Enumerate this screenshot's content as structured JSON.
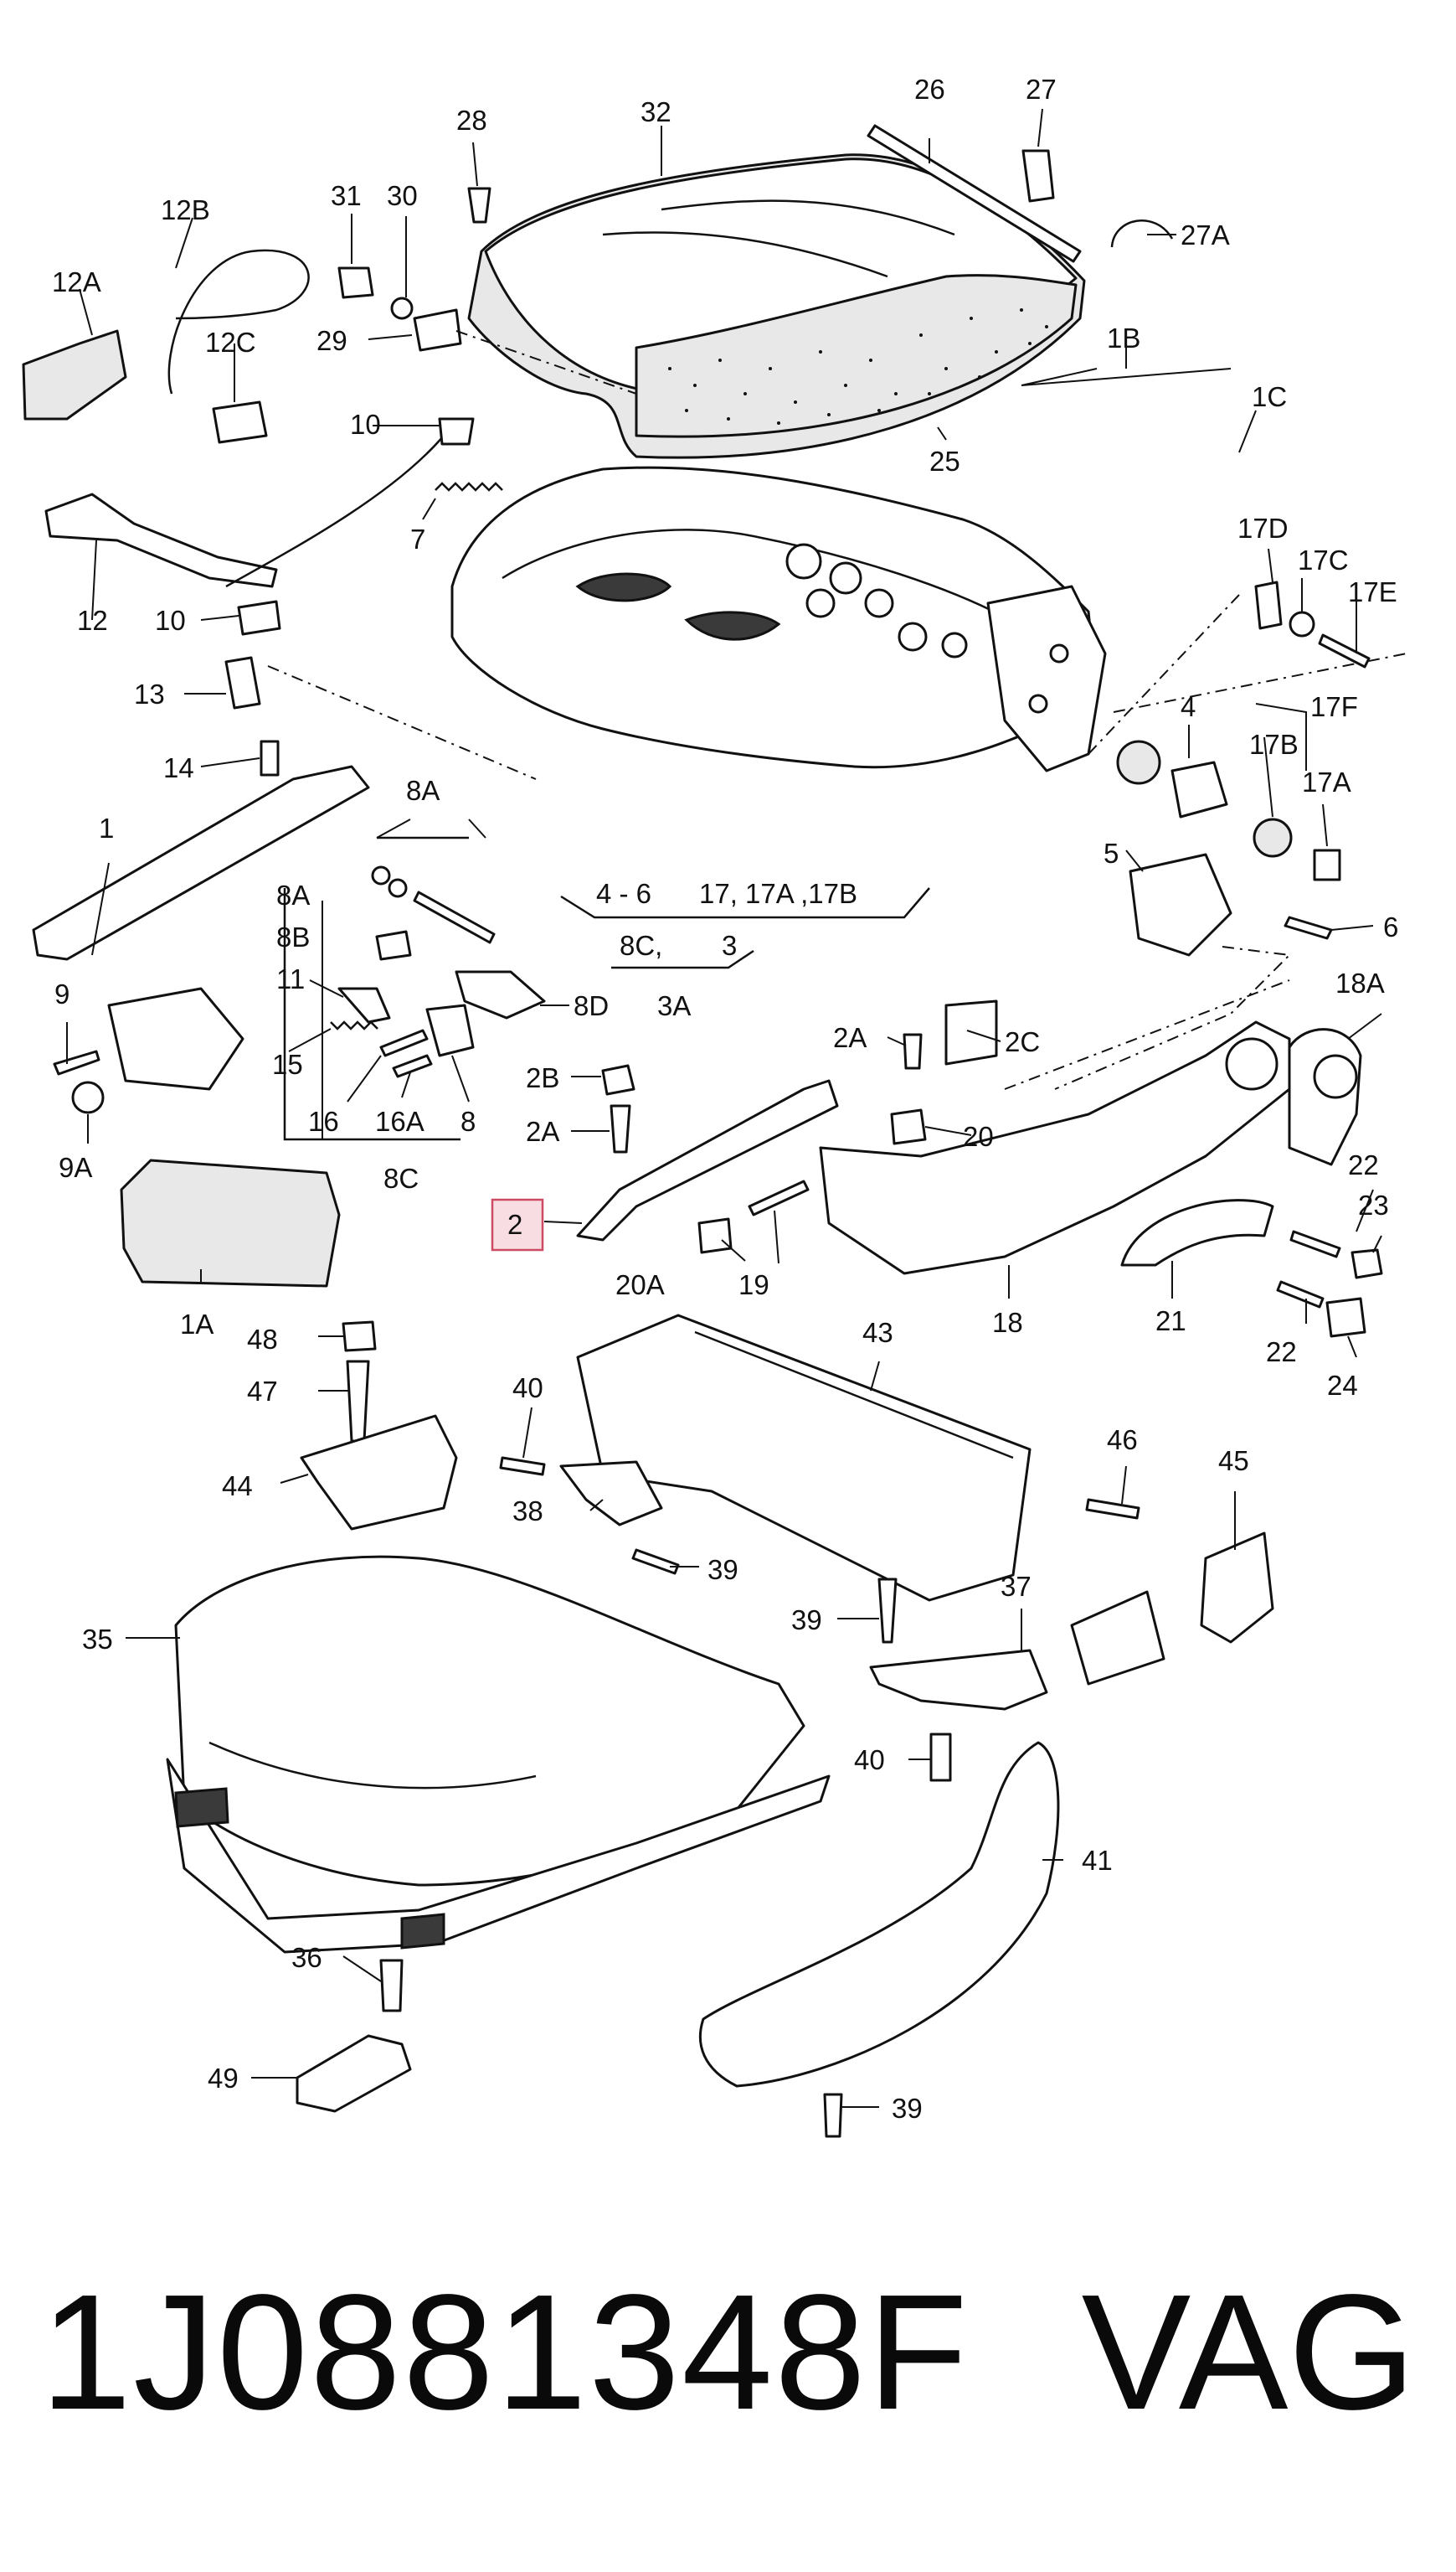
{
  "diagram": {
    "labels": {
      "l26": "26",
      "l27": "27",
      "l27A": "27A",
      "l28": "28",
      "l32": "32",
      "l31": "31",
      "l30": "30",
      "l29": "29",
      "l12B": "12B",
      "l12A": "12A",
      "l12C": "12C",
      "l25": "25",
      "l1B": "1B",
      "l1C": "1C",
      "l10a": "10",
      "l7": "7",
      "l12": "12",
      "l10b": "10",
      "l17D": "17D",
      "l17C": "17C",
      "l17E": "17E",
      "l13": "13",
      "l14": "14",
      "l4": "4",
      "l17F": "17F",
      "l17B": "17B",
      "l17A": "17A",
      "l5": "5",
      "l6": "6",
      "l1": "1",
      "l8A": "8A",
      "l8A2": "8A",
      "l8B": "8B",
      "l11": "11",
      "l15": "15",
      "l16": "16",
      "l16A": "16A",
      "l8": "8",
      "l8C": "8C",
      "l8D": "8D",
      "l4to6": "4 - 6",
      "l17group": "17, 17A ,17B",
      "l8Cc": "8C,",
      "l3": "3",
      "l3A": "3A",
      "l9": "9",
      "l9A": "9A",
      "l2B": "2B",
      "l2A": "2A",
      "l2A2": "2A",
      "l2C": "2C",
      "l20": "20",
      "l18A": "18A",
      "l2": "2",
      "l20A": "20A",
      "l19": "19",
      "l18": "18",
      "l1A": "1A",
      "l22a": "22",
      "l23": "23",
      "l21": "21",
      "l22b": "22",
      "l24": "24",
      "l48": "48",
      "l47": "47",
      "l44": "44",
      "l43": "43",
      "l40a": "40",
      "l38": "38",
      "l39a": "39",
      "l46": "46",
      "l45": "45",
      "l35": "35",
      "l39b": "39",
      "l37": "37",
      "l40b": "40",
      "l41": "41",
      "l36": "36",
      "l49": "49",
      "l39c": "39"
    },
    "highlighted_part": "2"
  },
  "footer": {
    "part_number": "1J0881348F",
    "brand": "VAG"
  }
}
